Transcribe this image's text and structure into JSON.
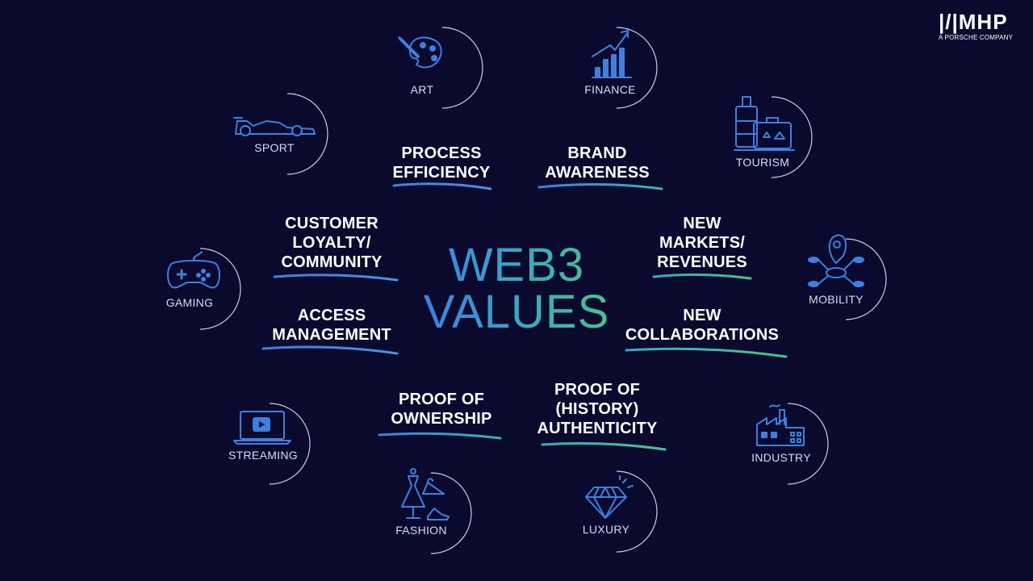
{
  "logo": {
    "mark": "|/|MHP",
    "sub": "A PORSCHE COMPANY"
  },
  "center": {
    "line1": "WEB3",
    "line2": "VALUES"
  },
  "categories": {
    "art": "ART",
    "finance": "FINANCE",
    "sport": "SPORT",
    "tourism": "TOURISM",
    "gaming": "GAMING",
    "mobility": "MOBILITY",
    "streaming": "STREAMING",
    "industry": "INDUSTRY",
    "fashion": "FASHION",
    "luxury": "LUXURY"
  },
  "values": {
    "process_efficiency": [
      "PROCESS",
      "EFFICIENCY"
    ],
    "brand_awareness": [
      "BRAND",
      "AWARENESS"
    ],
    "customer_loyalty": [
      "CUSTOMER",
      "LOYALTY/",
      "COMMUNITY"
    ],
    "new_markets": [
      "NEW",
      "MARKETS/",
      "REVENUES"
    ],
    "access_management": [
      "ACCESS",
      "MANAGEMENT"
    ],
    "new_collaborations": [
      "NEW",
      "COLLABORATIONS"
    ],
    "proof_ownership": [
      "PROOF OF",
      "OWNERSHIP"
    ],
    "proof_authenticity": [
      "PROOF OF",
      "(HISTORY)",
      "AUTHENTICITY"
    ]
  },
  "colors": {
    "background": "#0a0a2e",
    "blue": "#3f7fe0",
    "green": "#4bc28a",
    "arc": "#c9cde0"
  }
}
